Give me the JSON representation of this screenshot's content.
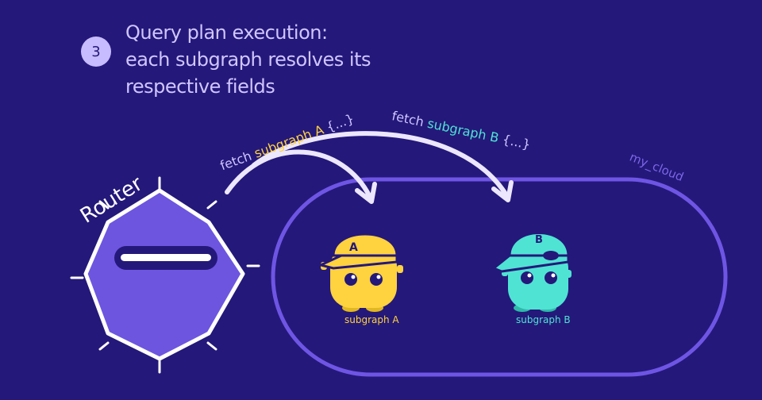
{
  "step": {
    "number": "3"
  },
  "heading": {
    "lines": [
      "Query plan execution:",
      "each subgraph resolves its",
      "respective fields"
    ]
  },
  "router": {
    "label": "Router"
  },
  "cloud": {
    "label": "my_cloud"
  },
  "fetches": {
    "a": {
      "verb": "fetch",
      "target": "subgraph A",
      "body": "{...}"
    },
    "b": {
      "verb": "fetch",
      "target": "subgraph B",
      "body": "{...}"
    }
  },
  "subgraphs": {
    "a": {
      "label": "subgraph A",
      "cap_letter": "A"
    },
    "b": {
      "label": "subgraph B",
      "cap_letter": "B"
    }
  },
  "colors": {
    "background": "#24187a",
    "text_light": "#cfc6ff",
    "subgraph_a": "#ffd23f",
    "subgraph_b": "#4fe3d4",
    "router_fill": "#6d55e0",
    "cloud_stroke": "#6f55e4"
  }
}
